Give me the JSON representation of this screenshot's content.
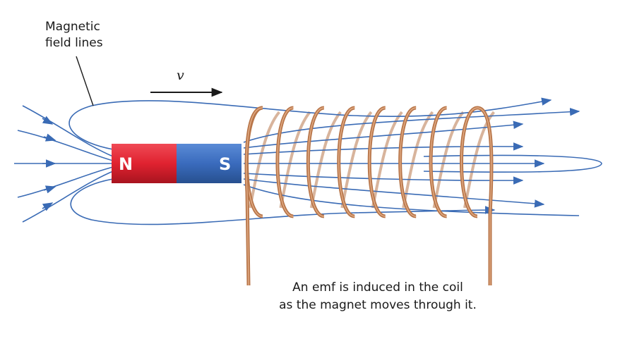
{
  "labels": {
    "field_lines": [
      "Magnetic",
      "field lines"
    ],
    "velocity": "v",
    "caption": [
      "An emf is induced in the coil",
      "as the magnet moves through it."
    ]
  },
  "magnet": {
    "north": {
      "letter": "N",
      "color": "#e02230"
    },
    "south": {
      "letter": "S",
      "color": "#3a6bbd"
    }
  },
  "colors": {
    "field_line": "#3a6bb5",
    "coil": "#b8764a",
    "coil_highlight": "#e3ad86",
    "text": "#1a1a1a"
  },
  "coil": {
    "turns": 8
  }
}
